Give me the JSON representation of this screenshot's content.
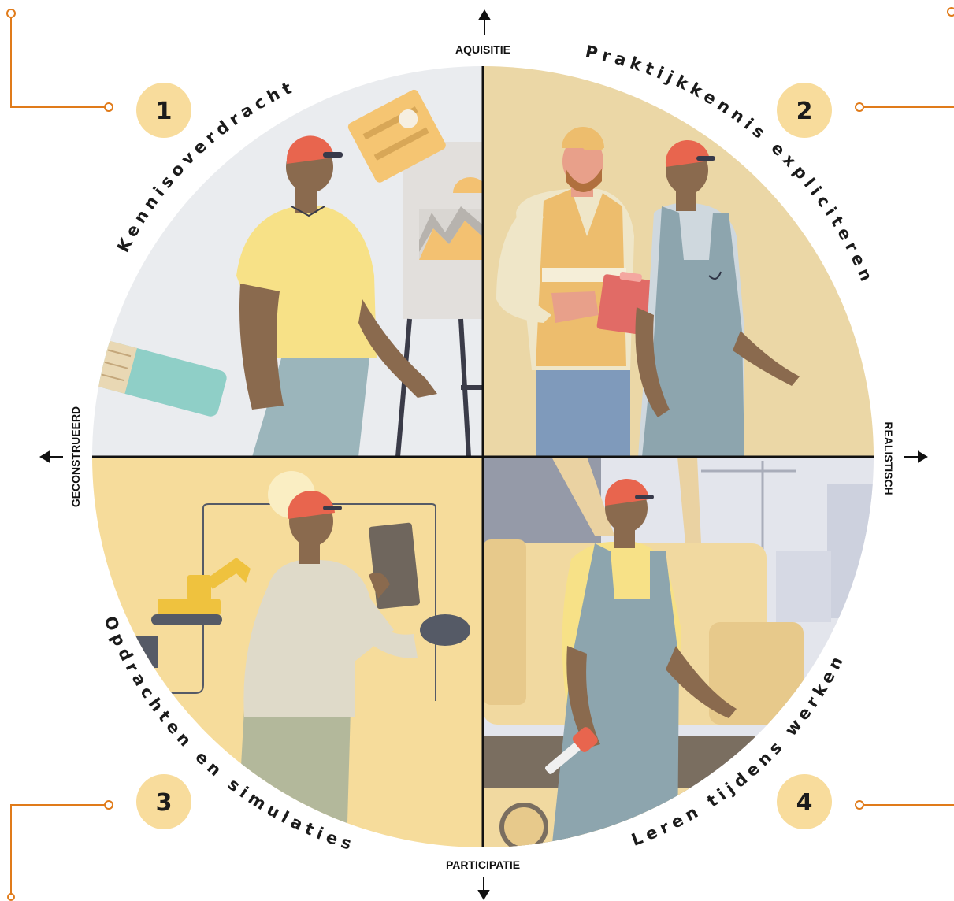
{
  "axes": {
    "top": "AQUISITIE",
    "bottom": "PARTICIPATIE",
    "left": "GECONSTRUEERD",
    "right": "REALISTISCH"
  },
  "quadrants": [
    {
      "number": "1",
      "title": "Kennisoverdracht",
      "background": "#eaecef"
    },
    {
      "number": "2",
      "title": "Praktijkkennis expliciteren",
      "background": "#ebd7a6"
    },
    {
      "number": "3",
      "title": "Opdrachten en simulaties",
      "background": "#f6dc9b"
    },
    {
      "number": "4",
      "title": "Leren tijdens werken",
      "background": "#e3e5ec"
    }
  ],
  "colors": {
    "connector": "#e07b1a",
    "badge": "#f8dc9c",
    "divider": "#111111",
    "skin": "#8a6a4e",
    "cap": "#e8654e"
  }
}
